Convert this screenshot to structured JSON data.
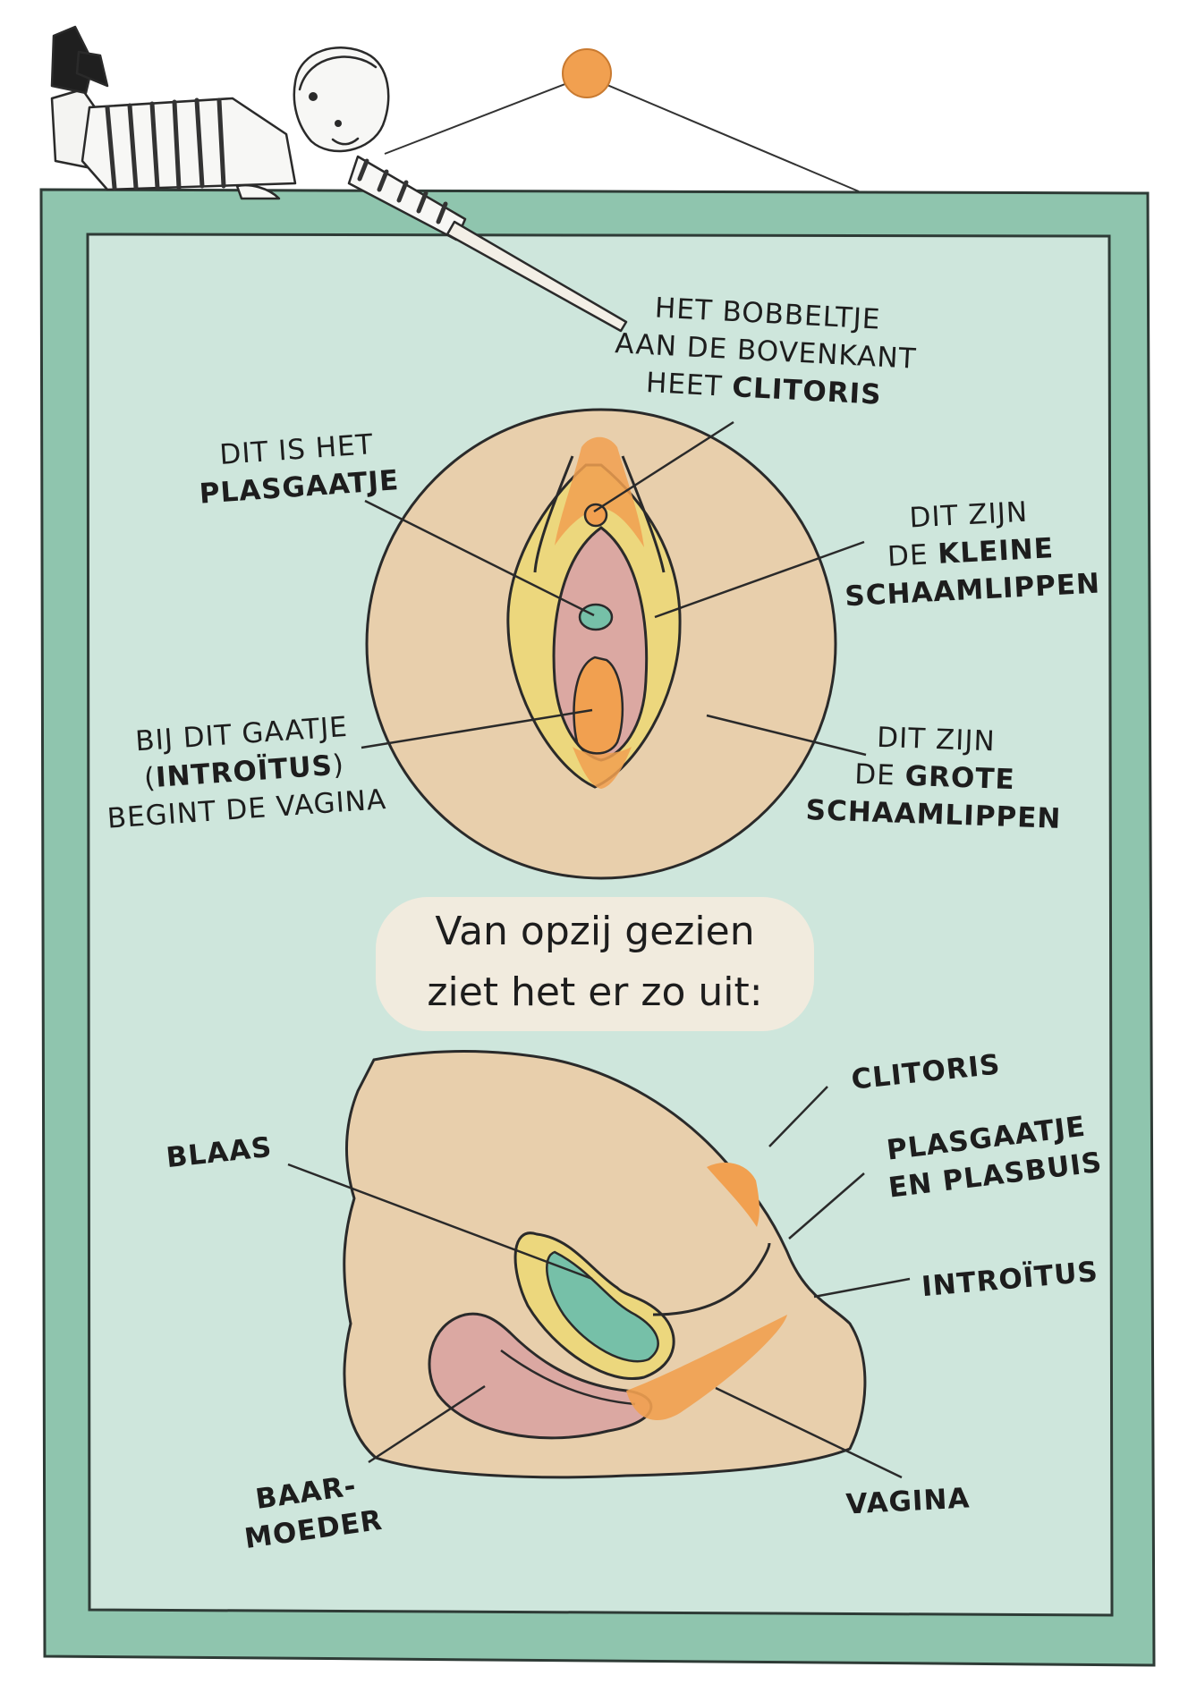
{
  "colors": {
    "frame": "#8fc5ae",
    "panel": "#cee6dc",
    "skin": "#e8cfac",
    "yellow": "#ecd77d",
    "pink": "#dba8a2",
    "orange": "#f1a050",
    "teal": "#76c0a8",
    "cream": "#f1ebde"
  },
  "front_view": {
    "clitoris_label": [
      "HET BOBBELTJE",
      "AAN DE BOVENKANT",
      "HEET"
    ],
    "clitoris_bold": "CLITORIS",
    "urethra_label": "DIT IS HET",
    "urethra_bold": "PLASGAATJE",
    "labia_minora_label": "DIT ZIJN",
    "labia_minora_prefix": "DE",
    "labia_minora_bold": [
      "KLEINE",
      "SCHAAMLIPPEN"
    ],
    "introitus_label_1": "BIJ DIT GAATJE",
    "introitus_bold": "INTROÏTUS",
    "introitus_label_3": "BEGINT DE VAGINA",
    "labia_majora_label": "DIT ZIJN",
    "labia_majora_prefix": "DE",
    "labia_majora_bold": [
      "GROTE",
      "SCHAAMLIPPEN"
    ]
  },
  "caption": [
    "Van opzij gezien",
    "ziet het er zo uit:"
  ],
  "side_view": {
    "clitoris": "CLITORIS",
    "urethra": [
      "PLASGAATJE",
      "EN PLASBUIS"
    ],
    "introitus": "INTROÏTUS",
    "bladder": "BLAAS",
    "uterus": [
      "BAAR-",
      "MOEDER"
    ],
    "vagina": "VAGINA"
  }
}
